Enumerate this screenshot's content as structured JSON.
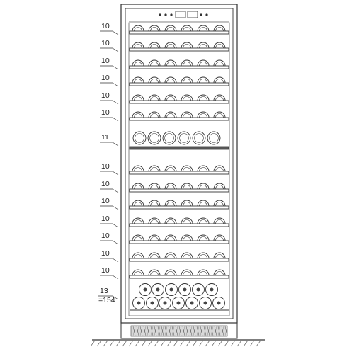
{
  "shelves": [
    {
      "count": "10",
      "kind": "shelf"
    },
    {
      "count": "10",
      "kind": "shelf"
    },
    {
      "count": "10",
      "kind": "shelf"
    },
    {
      "count": "10",
      "kind": "shelf"
    },
    {
      "count": "10",
      "kind": "shelf"
    },
    {
      "count": "10",
      "kind": "shelf"
    },
    {
      "count": "11",
      "kind": "divider"
    },
    {
      "count": "10",
      "kind": "shelf"
    },
    {
      "count": "10",
      "kind": "shelf"
    },
    {
      "count": "10",
      "kind": "shelf"
    },
    {
      "count": "10",
      "kind": "shelf"
    },
    {
      "count": "10",
      "kind": "shelf"
    },
    {
      "count": "10",
      "kind": "shelf"
    },
    {
      "count": "10",
      "kind": "shelf"
    }
  ],
  "bottom": {
    "count": "13",
    "total": "=154"
  },
  "colors": {
    "line": "#333333",
    "background": "#ffffff"
  }
}
